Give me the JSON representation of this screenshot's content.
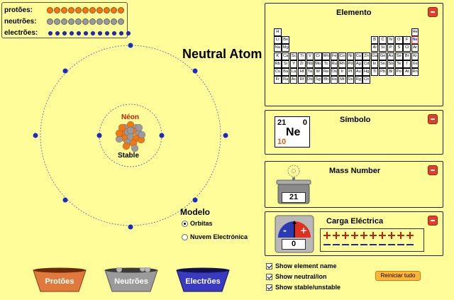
{
  "legend": {
    "protons_label": "protões:",
    "neutrons_label": "neutrões:",
    "electrons_label": "electrões:"
  },
  "atom": {
    "title": "Neutral Atom",
    "element_name": "Néon",
    "stability": "Stable"
  },
  "model": {
    "title": "Modelo",
    "options": [
      "Orbitas",
      "Nuvem Electrónica"
    ],
    "selected": "Orbitas"
  },
  "buckets": {
    "protons": "Protões",
    "neutrons": "Neutrões",
    "electrons": "Electrões"
  },
  "element_panel": {
    "title": "Elemento",
    "selected_symbol": "Ne",
    "rows": [
      [
        "H",
        "He"
      ],
      [
        "Li",
        "Be",
        "B",
        "C",
        "N",
        "O",
        "F",
        "Ne"
      ],
      [
        "Na",
        "Mg",
        "Al",
        "Si",
        "P",
        "S",
        "Cl",
        "Ar"
      ],
      [
        "K",
        "Ca",
        "Sc",
        "Ti",
        "V",
        "Cr",
        "Mn",
        "Fe",
        "Co",
        "Ni",
        "Cu",
        "Zn",
        "Ga",
        "Ge",
        "As",
        "Se",
        "Br",
        "Kr"
      ],
      [
        "Rb",
        "Sr",
        "Y",
        "Zr",
        "Nb",
        "Mo",
        "Tc",
        "Ru",
        "Rh",
        "Pd",
        "Ag",
        "Cd",
        "In",
        "Sn",
        "Sb",
        "Te",
        "I",
        "Xe"
      ],
      [
        "Cs",
        "Ba",
        "La",
        "Hf",
        "Ta",
        "W",
        "Re",
        "Os",
        "Ir",
        "Pt",
        "Au",
        "Hg",
        "Tl",
        "Pb",
        "Bi",
        "Po",
        "At",
        "Rn"
      ],
      [
        "Fr",
        "Ra",
        "Ac",
        "Rf",
        "Db",
        "Sg",
        "Bh",
        "Hs",
        "Mt",
        "Ds",
        "Rg",
        "Cn"
      ]
    ]
  },
  "symbol_panel": {
    "title": "Símbolo",
    "mass_number": "21",
    "charge": "0",
    "symbol": "Ne",
    "atomic_number": "10"
  },
  "mass_panel": {
    "title": "Mass Number",
    "value": "21"
  },
  "charge_panel": {
    "title": "Carga Eléctrica",
    "value": "0",
    "positive_count": 10,
    "negative_count": 10
  },
  "options": {
    "show_element_name": "Show element name",
    "show_neutral_ion": "Show neutral/ion",
    "show_stable_unstable": "Show stable/unstable"
  },
  "reset_label": "Reiniciar tudo",
  "colors": {
    "background": "#fefd9a",
    "proton": "#f07818",
    "neutron": "#9a9a9a",
    "electron": "#1a2cc8",
    "element_name": "#cc1a00",
    "atomic_number": "#e06010"
  }
}
